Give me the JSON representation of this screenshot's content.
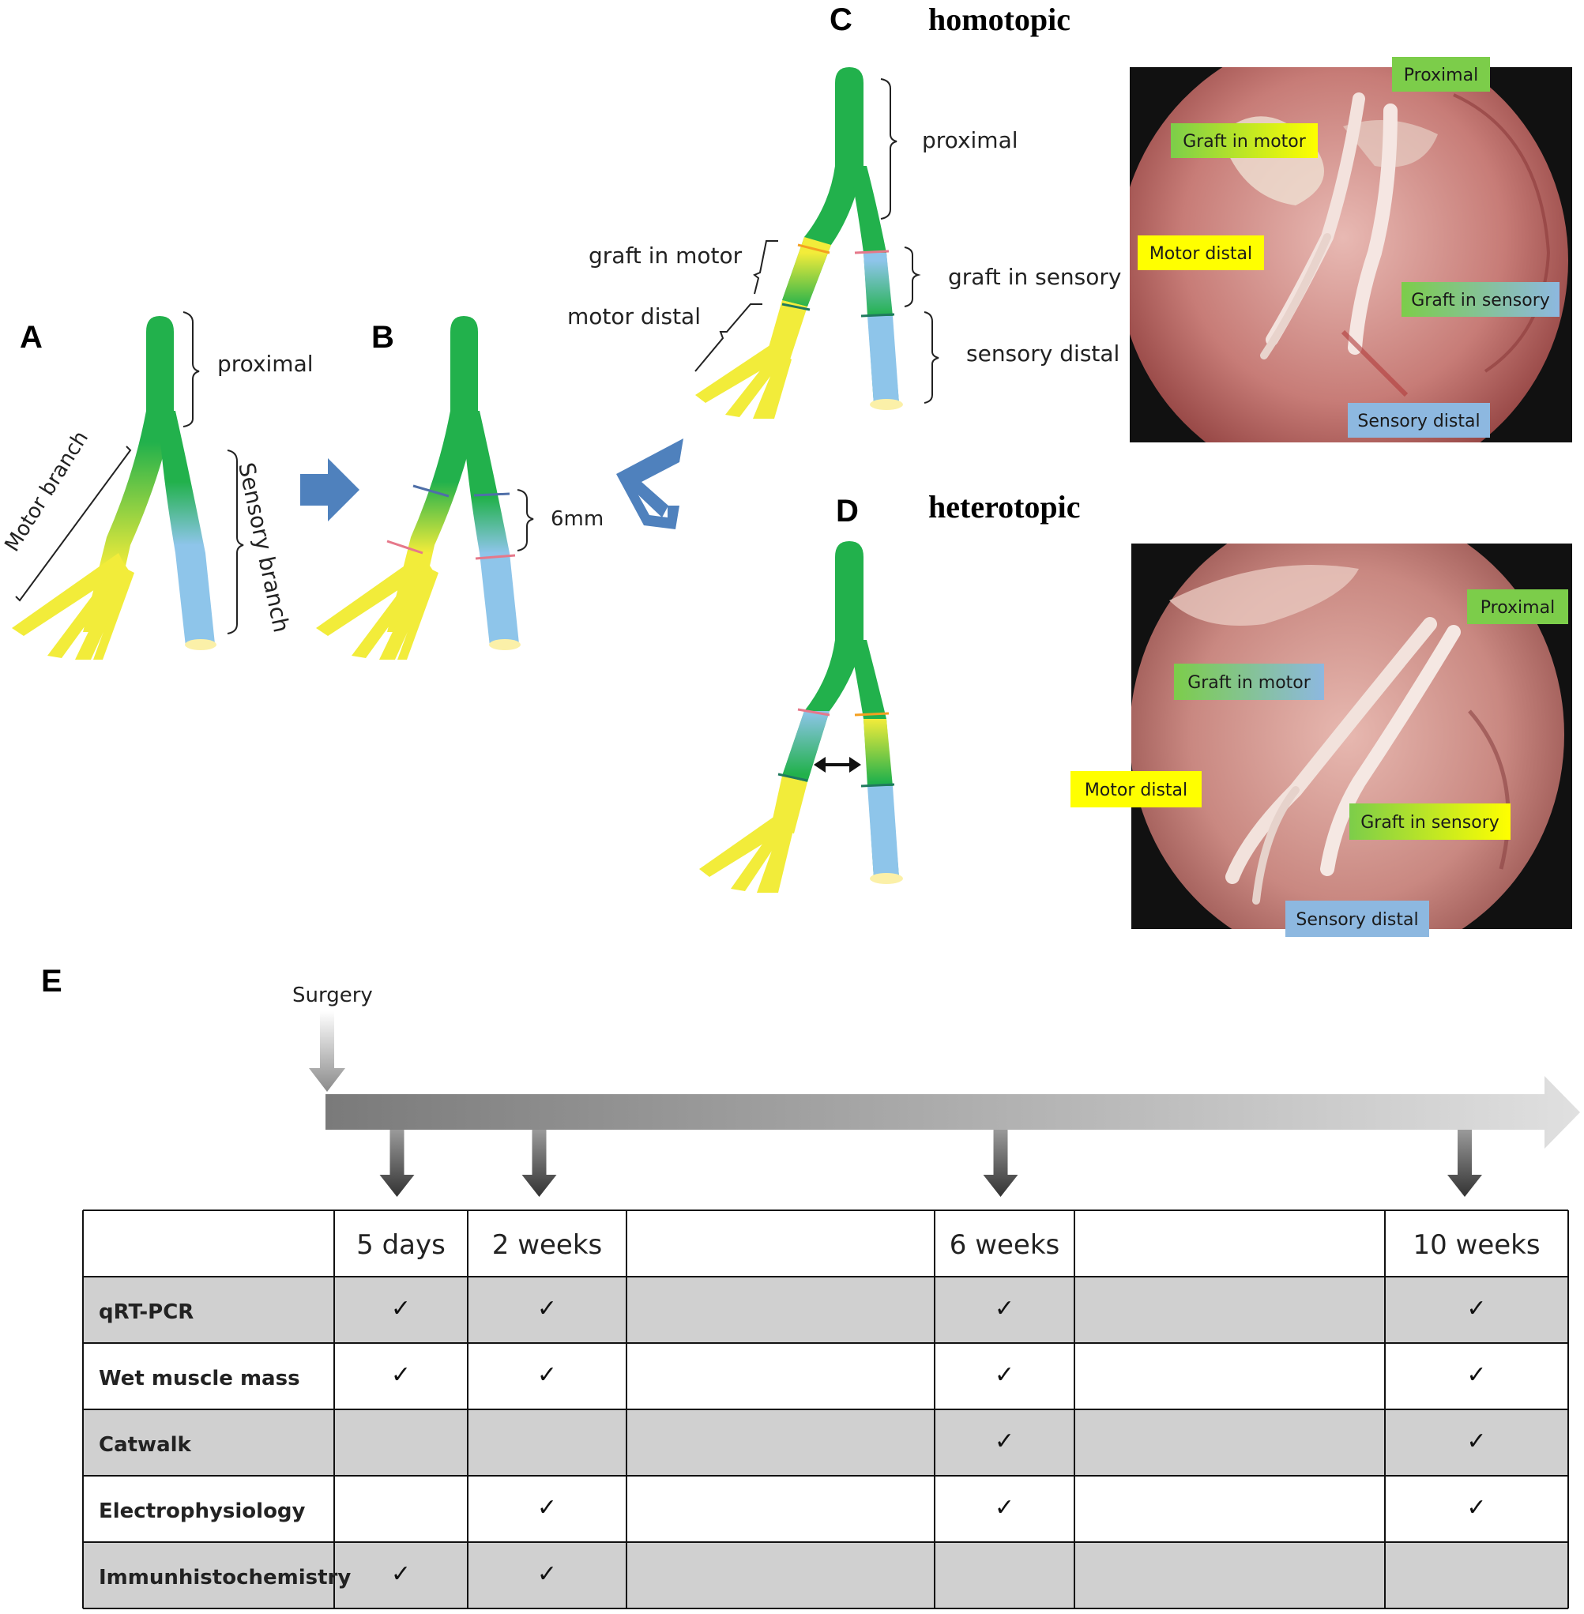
{
  "panels": {
    "a": "A",
    "b": "B",
    "c": "C",
    "d": "D",
    "e": "E"
  },
  "titles": {
    "homotopic": "homotopic",
    "heterotopic": "heterotopic"
  },
  "panel_a": {
    "proximal": "proximal",
    "motor_branch": "Motor branch",
    "sensory_branch": "Sensory branch"
  },
  "panel_b": {
    "length": "6mm"
  },
  "panel_c": {
    "proximal": "proximal",
    "graft_in_motor": "graft in motor",
    "motor_distal": "motor distal",
    "graft_in_sensory": "graft in sensory",
    "sensory_distal": "sensory distal"
  },
  "photo_c": {
    "proximal": "Proximal",
    "graft_in_motor": "Graft in motor",
    "motor_distal": "Motor distal",
    "graft_in_sensory": "Graft in sensory",
    "sensory_distal": "Sensory distal"
  },
  "photo_d": {
    "proximal": "Proximal",
    "graft_in_motor": "Graft in motor",
    "motor_distal": "Motor distal",
    "graft_in_sensory": "Graft in sensory",
    "sensory_distal": "Sensory distal"
  },
  "colors": {
    "nerve_green": "#22b14c",
    "motor_yellow": "#f2ec3a",
    "sensory_blue": "#7fbfea",
    "arrow_blue": "#4f81bd",
    "label_green": "#7ccd4a",
    "label_yellow": "#ffff00",
    "label_blue": "#8db8e0",
    "table_gray": "#d0d0d0"
  },
  "timeline": {
    "surgery": "Surgery",
    "columns": [
      "",
      "5 days",
      "2 weeks",
      "",
      "6 weeks",
      "",
      "10 weeks"
    ],
    "check_mark": "✓",
    "rows": [
      {
        "label": "qRT-PCR",
        "checks": [
          true,
          true,
          false,
          true,
          false,
          true
        ]
      },
      {
        "label": "Wet muscle mass",
        "checks": [
          true,
          true,
          false,
          true,
          false,
          true
        ]
      },
      {
        "label": "Catwalk",
        "checks": [
          false,
          false,
          false,
          true,
          false,
          true
        ]
      },
      {
        "label": "Electrophysiology",
        "checks": [
          false,
          true,
          false,
          true,
          false,
          true
        ]
      },
      {
        "label": "Immunhistochemistry",
        "checks": [
          true,
          true,
          false,
          false,
          false,
          false
        ]
      }
    ]
  }
}
